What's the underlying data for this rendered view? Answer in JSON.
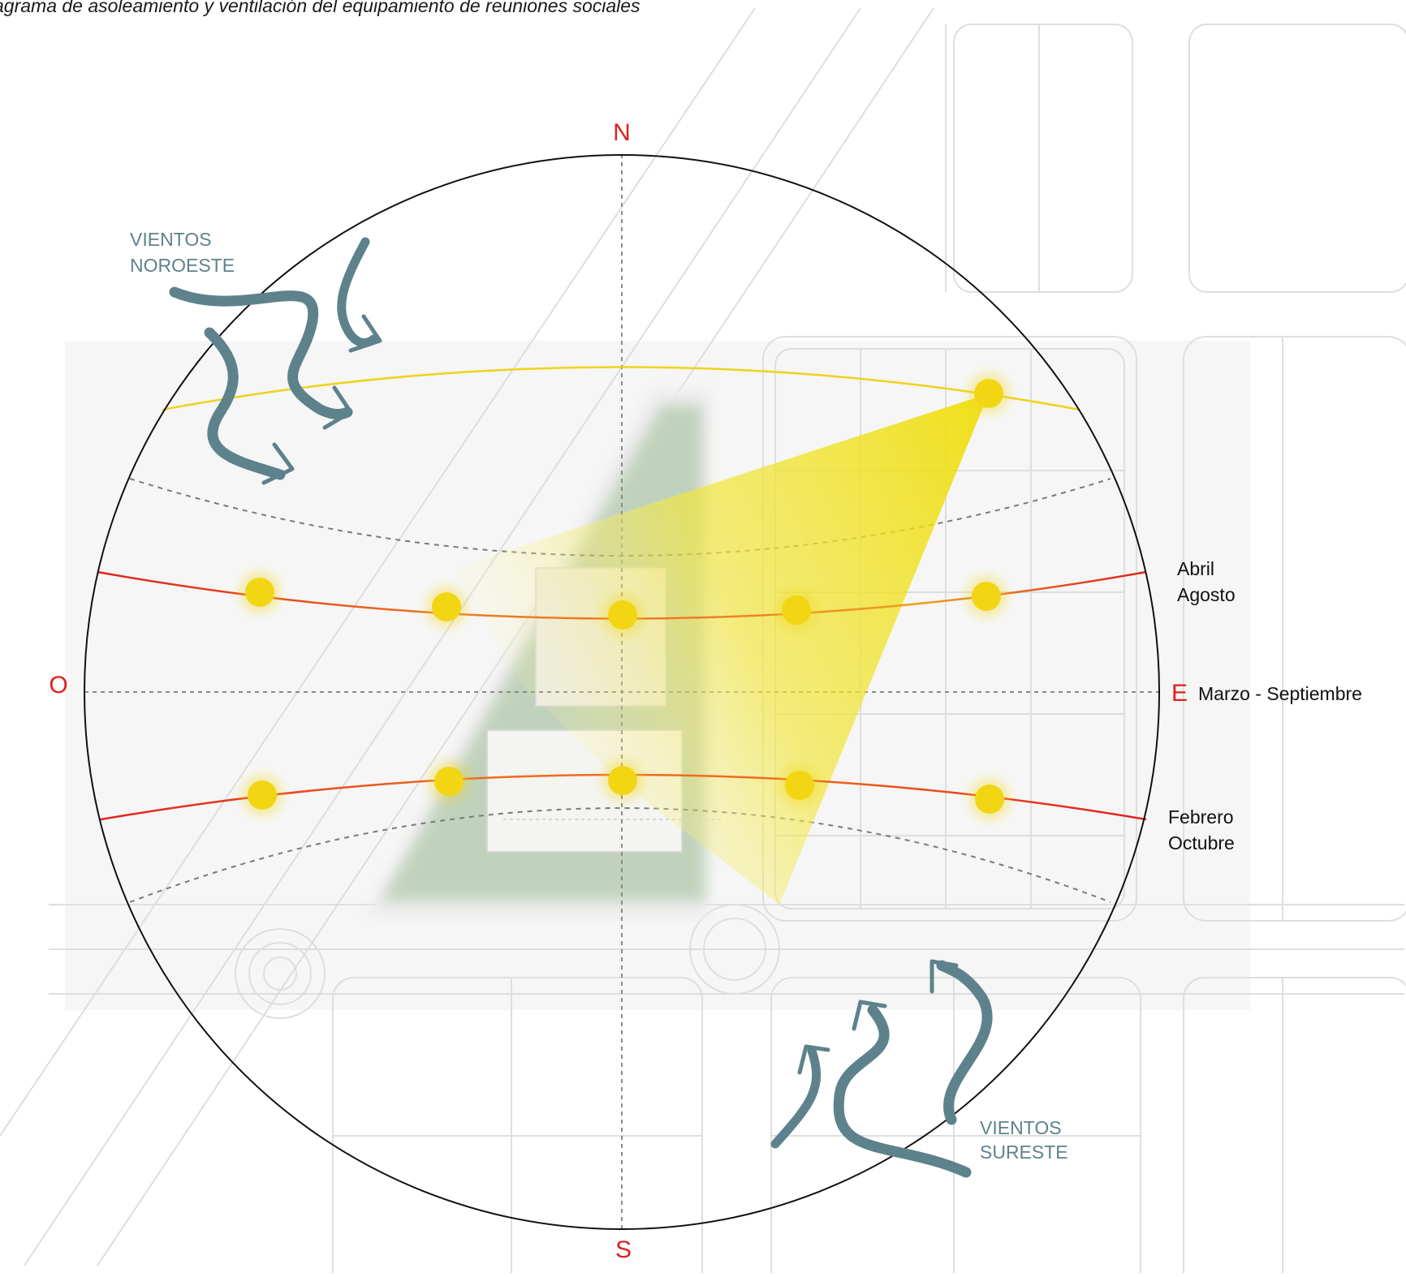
{
  "title": "agrama de asoleamiento y ventilación del equipamiento de reuniones sociales",
  "cardinals": {
    "north": "N",
    "south": "S",
    "west": "O",
    "east": "E"
  },
  "paths": {
    "upper_label_1": "Abril",
    "upper_label_2": "Agosto",
    "equinox_label": "Marzo - Septiembre",
    "lower_label_1": "Febrero",
    "lower_label_2": "Octubre"
  },
  "winds": {
    "northwest_1": "VIENTOS",
    "northwest_2": "NOROESTE",
    "southeast_1": "VIENTOS",
    "southeast_2": "SURESTE"
  },
  "colors": {
    "circle": "#111111",
    "axis": "#8a8a8a",
    "cardinal": "#e0201c",
    "path_red": "#e0201c",
    "path_orange": "#f07820",
    "path_yellow": "#f0d21a",
    "sun": "#f2d614",
    "wind": "#5e828c",
    "sun_beam": "#eedd00"
  }
}
